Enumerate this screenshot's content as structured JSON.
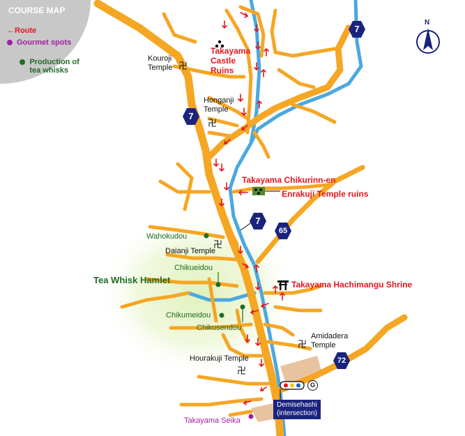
{
  "legend": {
    "title": "COURSE MAP",
    "route": "←Route",
    "gourmet": "Gourmet spots",
    "production": "Production of\ntea whisks",
    "colors": {
      "route": "#e3161e",
      "gourmet": "#a01fa0",
      "production": "#1f6b24"
    }
  },
  "route_numbers": {
    "r7_top": "7",
    "r7_left": "7",
    "r7_center": "7",
    "r65": "65",
    "r72": "72"
  },
  "places": {
    "kouroji": "Kouroji\nTemple",
    "castle": "Takayama\nCastle\nRuins",
    "honganji": "Honganji\nTemple",
    "chikurinn": "Takayama Chikurinn-en",
    "enrakuji": "Enrakuji Temple ruins",
    "wahokudou": "Wahokudou",
    "daianji": "Daianji Temple",
    "tea_hamlet": "Tea Whisk Hamlet",
    "chikueidou": "Chikueidou",
    "hachimangu": "Takayama Hachimangu Shrine",
    "chikumeidou": "Chikumeidou",
    "chikusendou": "Chikusendou",
    "amidadera": "Amidadera\nTemple",
    "hourakuji": "Hourakuji Temple",
    "demisehashi": "Demisehashi\n(intersection)",
    "seika": "Takayama Seika",
    "goal": "G"
  },
  "compass": "N",
  "colors": {
    "road": "#f5a623",
    "river": "#4aa8e0",
    "route_badge": "#1a237e",
    "glow": "#e6f3c6",
    "legend_bg": "#c8c8c8"
  },
  "temple_symbol": "卍",
  "shrine_symbol": "⛩"
}
